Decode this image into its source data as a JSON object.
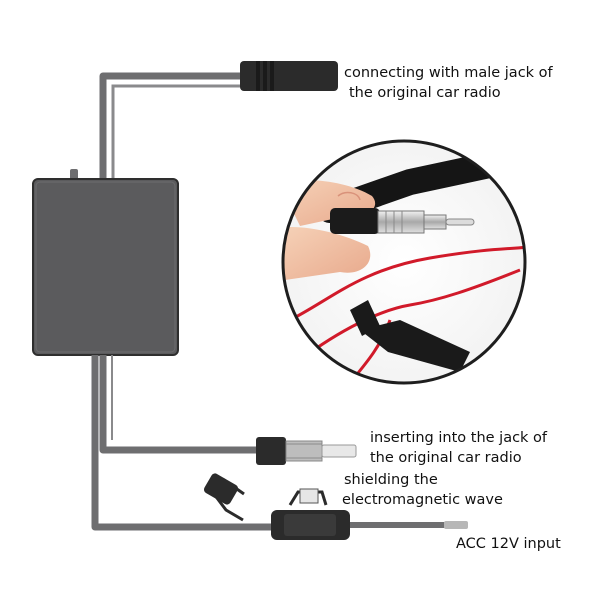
{
  "labels": {
    "male_jack": {
      "line1": "connecting with male jack of",
      "line2": "the original car radio"
    },
    "female_jack": {
      "line1": "inserting into the jack of",
      "line2": "the original car radio"
    },
    "shielding": {
      "line1": "shielding the",
      "line2": "electromagnetic wave"
    },
    "power": {
      "text": "ACC  12V input"
    }
  },
  "colors": {
    "box": "#5b5b5d",
    "cable": "#6e6e70",
    "connector": "#2b2b2b",
    "red_wire": "#d11a2a",
    "metal": "#c9c9c9"
  }
}
